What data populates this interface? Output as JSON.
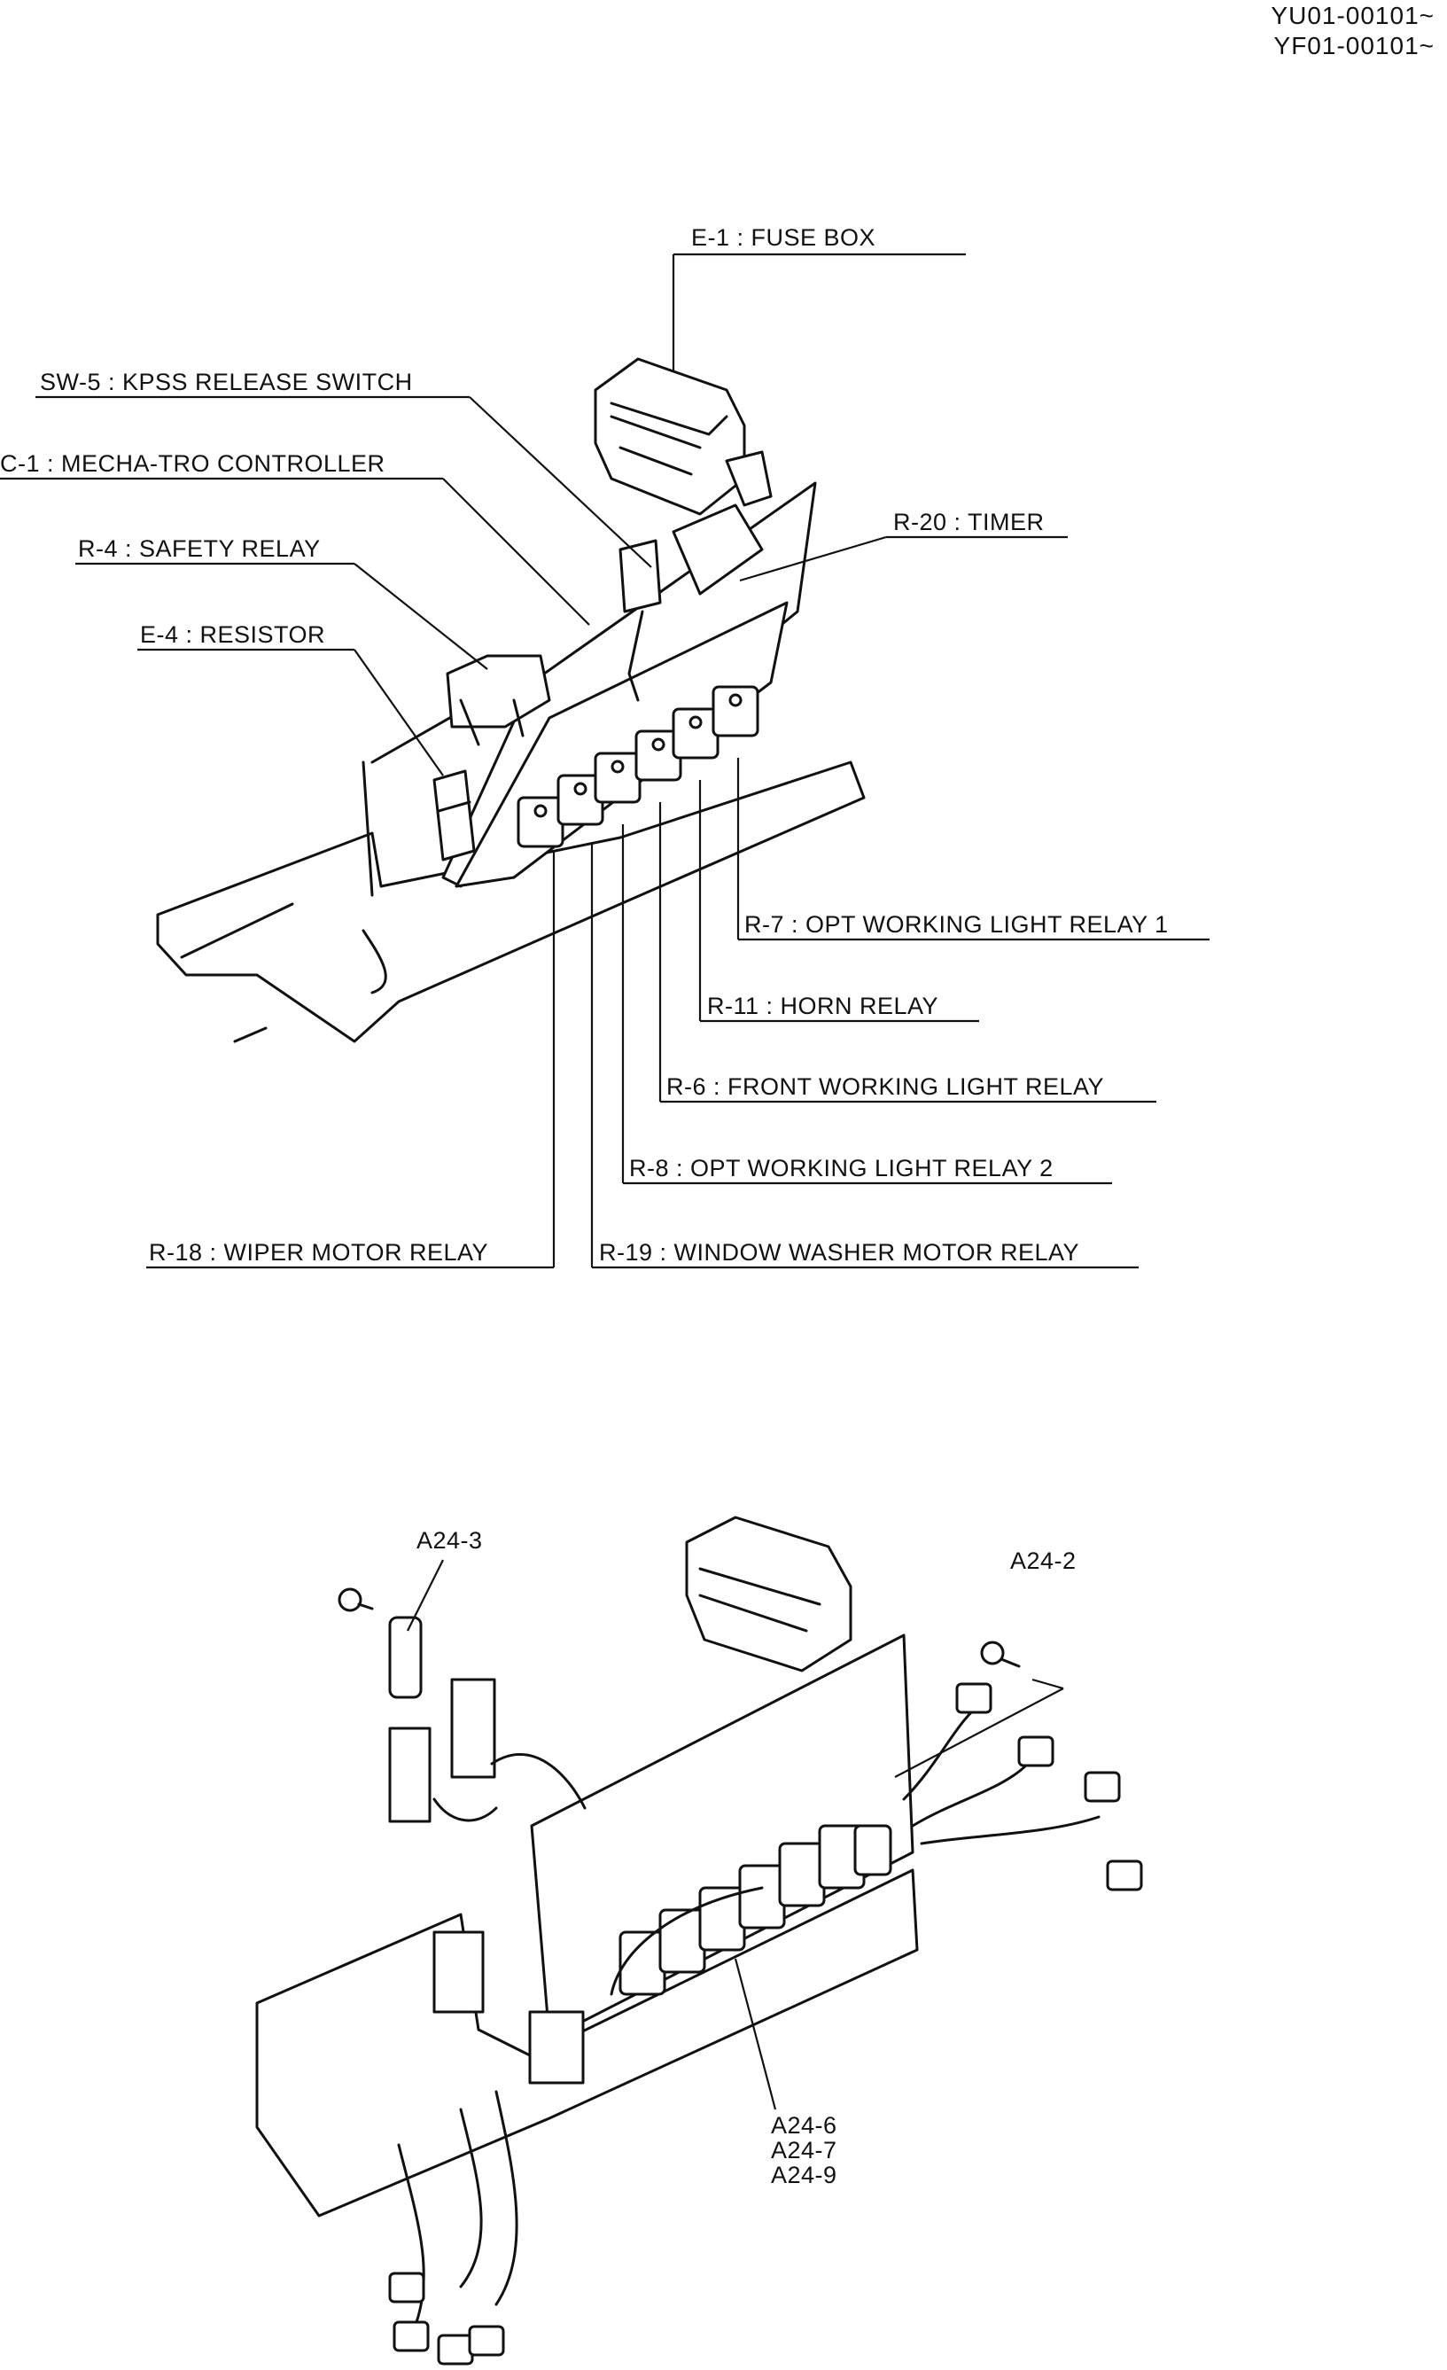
{
  "header": {
    "serial_1": "YU01-00101~",
    "serial_2": "YF01-00101~"
  },
  "upper_diagram": {
    "labels": {
      "fuse_box": "E-1 : FUSE BOX",
      "kpss_release_switch": "SW-5 : KPSS RELEASE SWITCH",
      "mecha_tro_controller": "C-1 : MECHA-TRO CONTROLLER",
      "safety_relay": "R-4 : SAFETY RELAY",
      "resistor": "E-4 : RESISTOR",
      "timer": "R-20 : TIMER",
      "opt_working_light_relay_1": "R-7 : OPT WORKING LIGHT RELAY 1",
      "horn_relay": "R-11 : HORN RELAY",
      "front_working_light_relay": "R-6 : FRONT WORKING LIGHT RELAY",
      "opt_working_light_relay_2": "R-8 : OPT WORKING LIGHT RELAY 2",
      "wiper_motor_relay": "R-18 : WIPER MOTOR RELAY",
      "window_washer_motor_relay": "R-19 : WINDOW WASHER MOTOR RELAY"
    }
  },
  "lower_diagram": {
    "labels": {
      "a24_3": "A24-3",
      "a24_2": "A24-2",
      "a24_6": "A24-6",
      "a24_7": "A24-7",
      "a24_9": "A24-9"
    }
  }
}
